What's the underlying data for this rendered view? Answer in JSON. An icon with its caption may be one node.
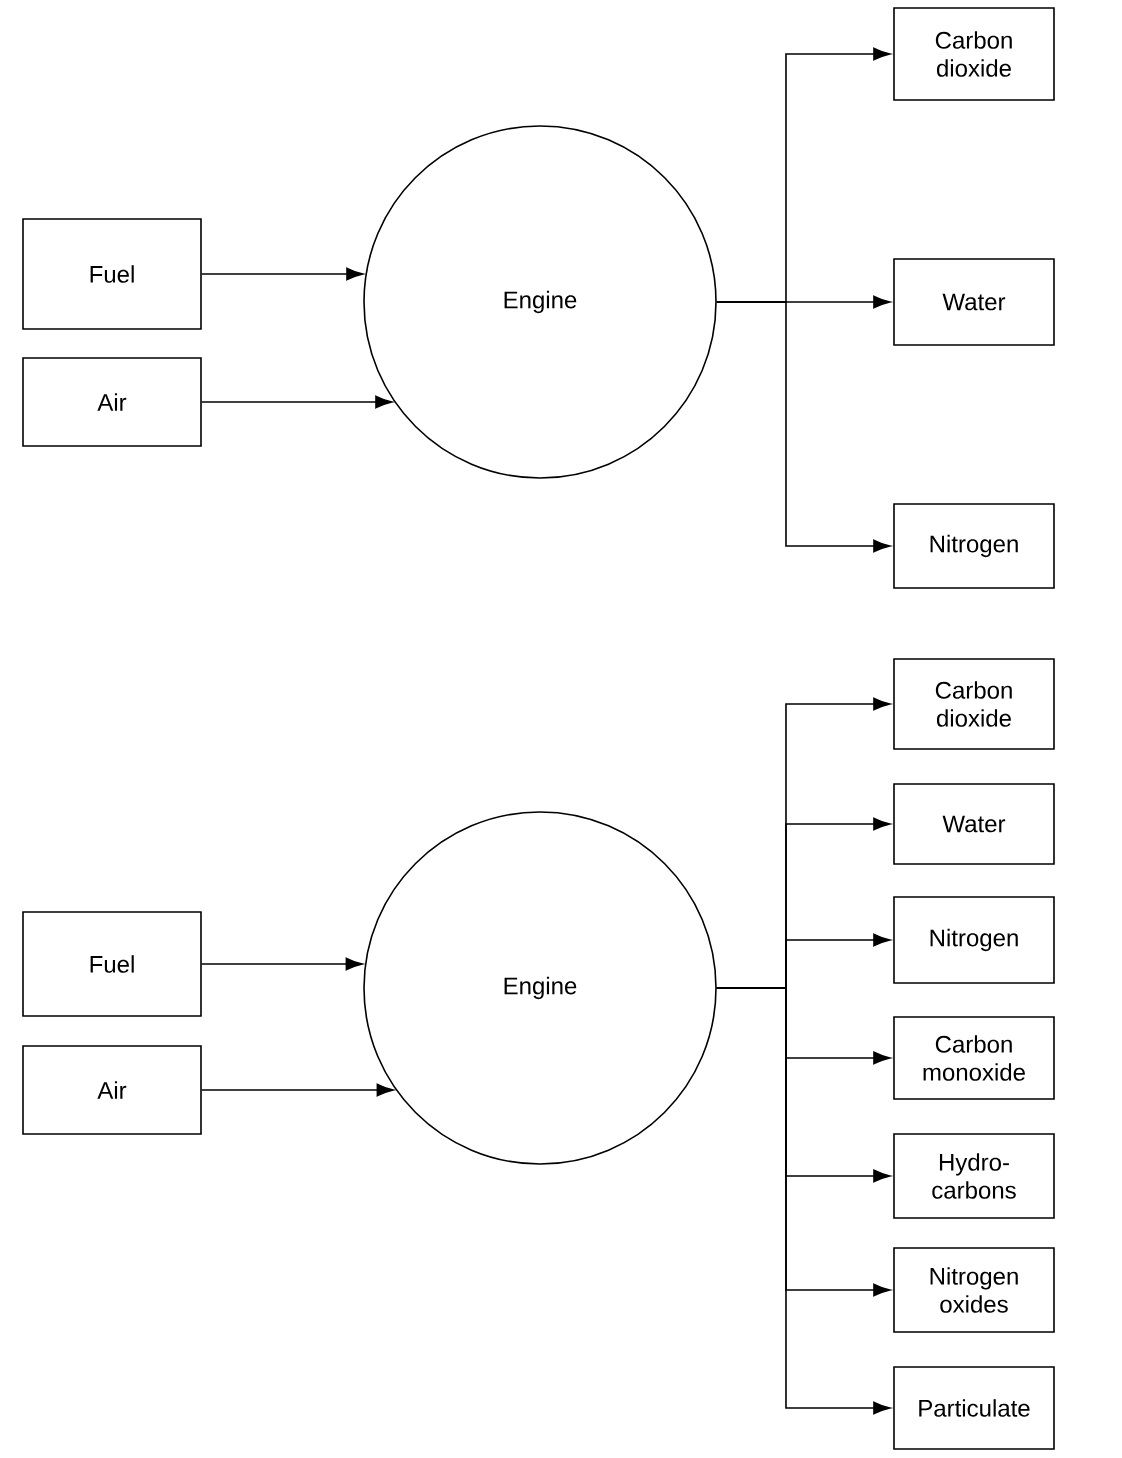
{
  "diagram": {
    "nodes": [
      {
        "text": [
          "Fuel"
        ]
      },
      {
        "text": [
          "Air"
        ]
      },
      {
        "text": [
          "Engine"
        ]
      },
      {
        "text": [
          "Carbon dioxide"
        ]
      },
      {
        "text": [
          "Water"
        ]
      },
      {
        "text": [
          "Nitrogen"
        ]
      },
      {
        "text": [
          "Fuel"
        ]
      },
      {
        "text": [
          "Air"
        ]
      },
      {
        "text": [
          "Engine"
        ]
      },
      {
        "text": [
          "Carbon dioxide"
        ]
      },
      {
        "text": [
          "Water"
        ]
      },
      {
        "text": [
          "Nitrogen"
        ]
      },
      {
        "text": [
          "Carbon monoxide"
        ]
      },
      {
        "text": [
          "Hydro-carbons"
        ]
      },
      {
        "text": [
          "Nitrogen oxides"
        ]
      },
      {
        "text": [
          "Particulate"
        ]
      }
    ],
    "edges": [
      {
        "from": 0,
        "to": 2,
        "arrow": "to"
      },
      {
        "from": 1,
        "to": 2,
        "arrow": "to"
      },
      {
        "from": 2,
        "to": 3,
        "arrow": "to"
      },
      {
        "from": 2,
        "to": 4,
        "arrow": "to"
      },
      {
        "from": 2,
        "to": 5,
        "arrow": "to"
      },
      {
        "from": 6,
        "to": 8,
        "arrow": "to"
      },
      {
        "from": 7,
        "to": 8,
        "arrow": "to"
      },
      {
        "from": 8,
        "to": 9,
        "arrow": "to"
      },
      {
        "from": 8,
        "to": 10,
        "arrow": "to"
      },
      {
        "from": 8,
        "to": 11,
        "arrow": "to"
      },
      {
        "from": 8,
        "to": 12,
        "arrow": "to"
      },
      {
        "from": 8,
        "to": 13,
        "arrow": "to"
      },
      {
        "from": 8,
        "to": 14,
        "arrow": "to"
      },
      {
        "from": 8,
        "to": 15,
        "arrow": "to"
      }
    ]
  }
}
